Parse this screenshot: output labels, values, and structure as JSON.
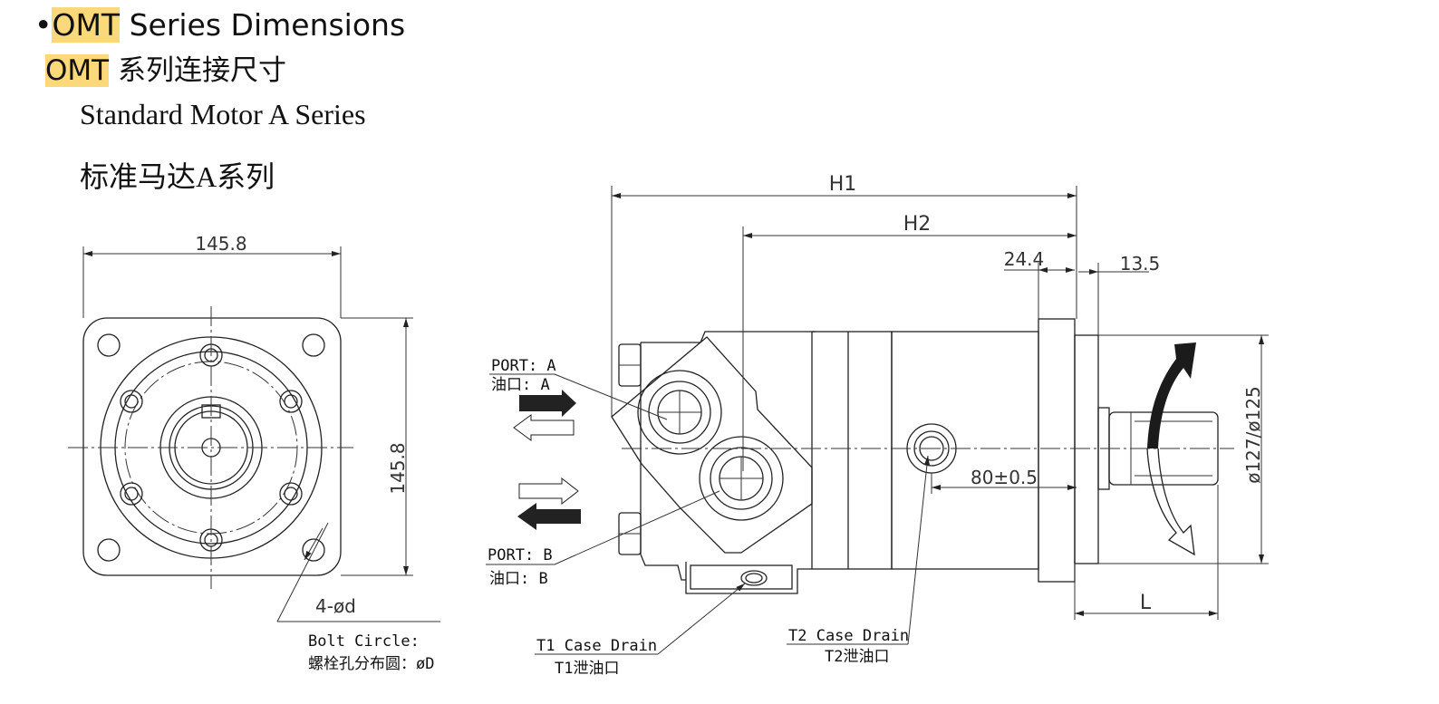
{
  "header": {
    "bullet": "•",
    "series_en_prefix": "OMT",
    "series_en_suffix": " Series Dimensions",
    "series_cn_prefix": "OMT",
    "series_cn_suffix": " 系列连接尺寸",
    "standard_en": "Standard Motor A Series",
    "standard_cn": "标准马达A系列"
  },
  "front_view": {
    "width_dim": "145.8",
    "height_dim": "145.8",
    "hole_dim": "4-ød",
    "bolt_circle_en": "Bolt Circle:",
    "bolt_circle_cn": "螺栓孔分布圆：øD"
  },
  "side_view": {
    "h1": "H1",
    "h2": "H2",
    "flange_dim": "24.4",
    "pilot_dim": "13.5",
    "offset_dim": "80±0.5",
    "pilot_dia": "ø127/ø125",
    "shaft_len": "L",
    "port_a_en": "PORT: A",
    "port_a_cn": "油口: A",
    "port_b_en": "PORT: B",
    "port_b_cn": "油口: B",
    "t1_en": "T1 Case Drain",
    "t1_cn": "T1泄油口",
    "t2_en": "T2 Case Drain",
    "t2_cn": "T2泄油口"
  },
  "colors": {
    "highlight": "#fbd87a",
    "line": "#222222"
  }
}
